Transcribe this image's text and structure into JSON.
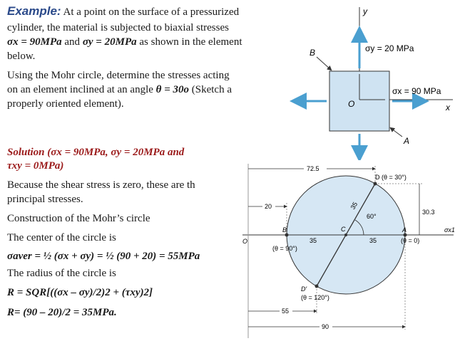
{
  "example": {
    "label": "Example:",
    "line1": "At a point on the surface of a pressurized",
    "line2": "cylinder, the material is subjected to biaxial stresses",
    "line3_a": "σx = 90MPa",
    "line3_b": "and",
    "line3_c": "σy = 20MPa",
    "line3_d": "as shown in the element",
    "line4": "below.",
    "line5": "Using the Mohr circle, determine the stresses acting",
    "line6_a": "on an element inclined at an angle",
    "line6_b": "θ = 30o",
    "line6_c": "(Sketch a",
    "line7": "properly oriented element)."
  },
  "solution": {
    "line1": "Solution (σx = 90MPa,  σy = 20MPa   and",
    "line2": "τxy = 0MPa)",
    "line3": "Because the shear stress is zero, these are th",
    "line4": "principal stresses.",
    "line5": "Construction of the Mohr’s circle",
    "line6": "The center of the circle is",
    "line7": "σaver = ½ (σx + σy) = ½ (90 + 20) = 55MPa",
    "line8": "The radius of the circle is",
    "line9": "R = SQR[((σx – σy)/2)2 + (τxy)2]",
    "line10": "R= (90 – 20)/2 = 35MPa."
  },
  "element_diagram": {
    "y_axis": "y",
    "x_axis": "x",
    "origin": "O",
    "point_a": "A",
    "point_b": "B",
    "sigma_y": "σy = 20 MPa",
    "sigma_x": "σx = 90 MPa"
  },
  "mohr_diagram": {
    "dim_72_5": "72.5",
    "dim_20": "20",
    "dim_30_3": "30.3",
    "dim_55": "55",
    "dim_90": "90",
    "radius_35_a": "35",
    "radius_35_b": "35",
    "radius_35_c": "35",
    "angle_60": "60°",
    "point_o": "O",
    "point_b": "B",
    "point_b_sub": "(θ = 90°)",
    "point_c": "C",
    "point_a": "A",
    "point_a_sub": "(θ = 0)",
    "point_d": "D (θ = 30°)",
    "point_d2": "D′",
    "point_d2_sub": "(θ = 120°)",
    "axis_sigma": "σx1"
  },
  "colors": {
    "title": "#2b4a8a",
    "solution": "#9b1a1a",
    "element_fill": "#cfe3f2",
    "circle_fill": "#d6e7f4",
    "arrow": "#4a9fd0"
  }
}
